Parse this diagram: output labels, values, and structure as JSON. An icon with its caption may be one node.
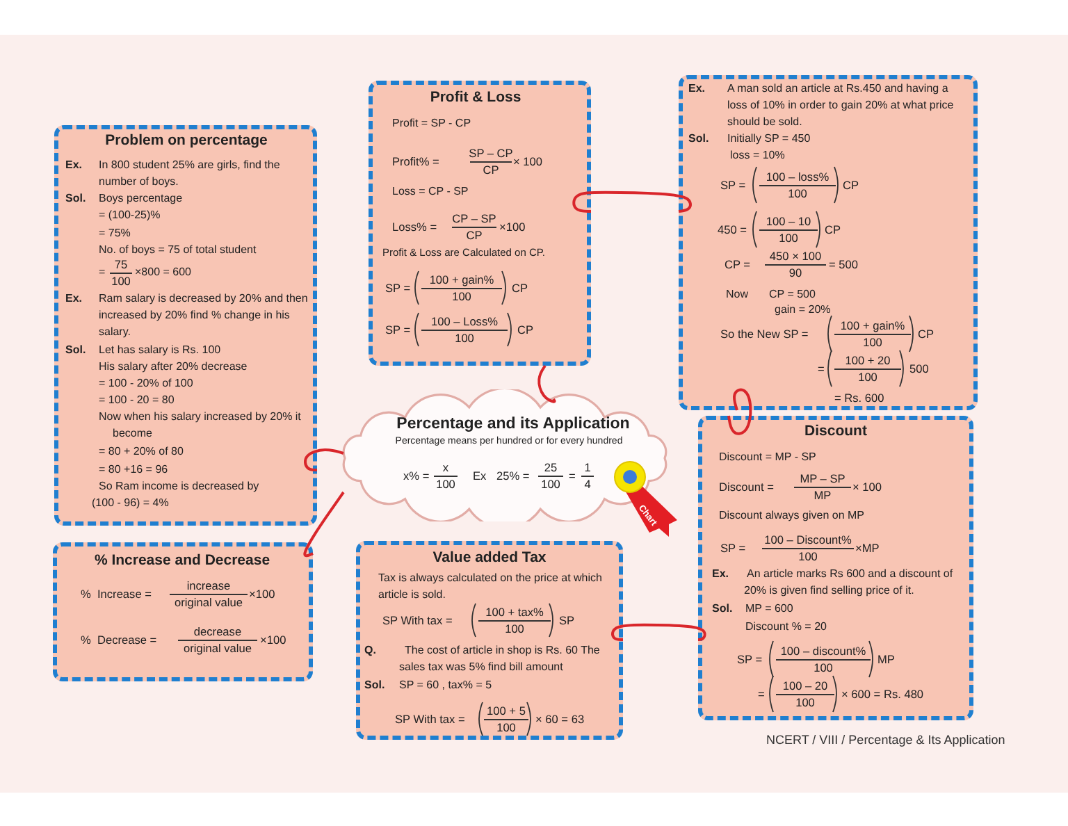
{
  "diagram": {
    "nodes": [
      {
        "text": [
          "Problem on percentage",
          "Ex.",
          "In 800 student 25% are girls, find the number of boys.",
          "Sol.",
          "Boys percentage",
          "= (100-25)%",
          "= 75%",
          "No. of boys = 75 of total student",
          "=",
          "75",
          "100",
          "×800 = 600",
          "Ex.",
          "Ram salary is decreased by 20% and then increased by 20% find % change in his salary.",
          "Sol.",
          "Let has salary is Rs. 100",
          "His salary after 20% decrease",
          "= 100 - 20% of 100",
          "= 100 - 20 = 80",
          "Now when his salary increased by 20% it become",
          "= 80 + 20% of 80",
          "= 80 +16 = 96",
          "So Ram income is decreased by",
          "(100 - 96) = 4%"
        ]
      },
      {
        "text": [
          "Profit & Loss",
          "Profit = SP - CP",
          "Profit% =",
          "SP – CP",
          "CP",
          "× 100",
          "Loss = CP - SP",
          "Loss% =",
          "CP – SP",
          "CP",
          "×100",
          "Profit & Loss are Calculated on CP.",
          "SP =",
          "100 + gain%",
          "100",
          "CP",
          "SP =",
          "100 – Loss%",
          "100",
          "CP"
        ]
      },
      {
        "text": [
          "Ex.",
          "A man sold an article at Rs.450 and having a loss of 10% in order to gain 20% at what price should be sold.",
          "Sol.",
          "Initially SP = 450",
          "loss = 10%",
          "SP =",
          "100 – loss%",
          "100",
          "CP",
          "450 =",
          "100 – 10",
          "100",
          "CP",
          "CP =",
          "450 × 100",
          "90",
          "= 500",
          "Now",
          "CP = 500",
          "gain = 20%",
          "So the New SP =",
          "100 + gain%",
          "100",
          "CP",
          "=",
          "100 + 20",
          "100",
          "500",
          "= Rs. 600"
        ]
      },
      {
        "text": [
          "Percentage and its Application",
          "Percentage means per hundred or for every hundred",
          "x% =",
          "x",
          "100",
          "Ex",
          "25% =",
          "25",
          "100",
          "=",
          "1",
          "4"
        ]
      },
      {
        "text": [
          "% Increase and Decrease",
          "%  Increase =",
          "increase",
          "original value",
          "×100",
          "%  Decrease =",
          "decrease",
          "original value",
          "×100"
        ]
      },
      {
        "text": [
          "Value added Tax",
          "Tax is always calculated on the price at which article is sold.",
          "SP With tax =",
          "100 + tax%",
          "100",
          "SP",
          "Q.",
          "The cost of article in shop is Rs. 60 The sales tax was 5% find bill amount",
          "Sol.",
          "SP = 60 , tax% = 5",
          "SP With tax =",
          "100 + 5",
          "100",
          "× 60 = 63"
        ]
      },
      {
        "text": [
          "Discount",
          "Discount = MP - SP",
          "Discount =",
          "MP – SP",
          "MP",
          "× 100",
          "Discount always given on MP",
          "SP =",
          "100 – Discount%",
          "100",
          "×MP",
          "Ex.",
          "An article marks Rs 600 and a discount of 20% is given find selling price of it.",
          "Sol.",
          "MP = 600",
          "Discount % = 20",
          "SP =",
          "100 – discount%",
          "100",
          "MP",
          "=",
          "100 – 20",
          "100",
          "× 600 = Rs. 480"
        ]
      }
    ],
    "edges": [
      {
        "from": 0,
        "to": 3,
        "arrow": "none"
      },
      {
        "from": 1,
        "to": 3,
        "arrow": "none"
      },
      {
        "from": 1,
        "to": 2,
        "arrow": "none"
      },
      {
        "from": 4,
        "to": 3,
        "arrow": "none"
      },
      {
        "from": 2,
        "to": 6,
        "arrow": "none"
      },
      {
        "from": 5,
        "to": 6,
        "arrow": "none"
      }
    ],
    "labels": [
      "Chart",
      "NCERT / VIII / Percentage & Its Application"
    ]
  }
}
